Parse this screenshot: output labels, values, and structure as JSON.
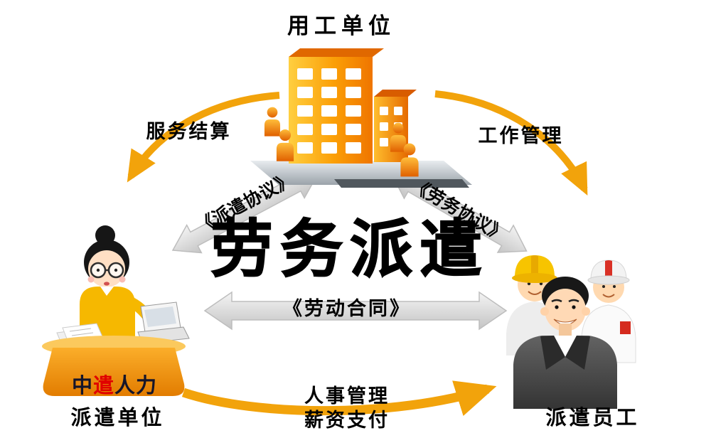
{
  "labels": {
    "employer": "用工单位",
    "service_settlement": "服务结算",
    "work_management": "工作管理",
    "dispatch_agreement": "《派遣协议》",
    "labor_service_agreement": "《劳务协议》",
    "center_title": "劳务派遣",
    "labor_contract": "《劳动合同》",
    "hr_management": "人事管理",
    "salary_payment": "薪资支付",
    "dispatch_unit": "派遣单位",
    "employees": "派遣员工"
  },
  "desk_sign": {
    "char1": "中",
    "char2": "遣",
    "rest": "人力"
  },
  "colors": {
    "arrow_orange": "#F2A30B",
    "building_orange": "#FB9E06",
    "gray_arrow": "#DCDCDC",
    "desk_orange": "#F09A10",
    "sign_red": "#E00000",
    "suit_gray": "#4A4A4A",
    "text_black": "#000000"
  }
}
